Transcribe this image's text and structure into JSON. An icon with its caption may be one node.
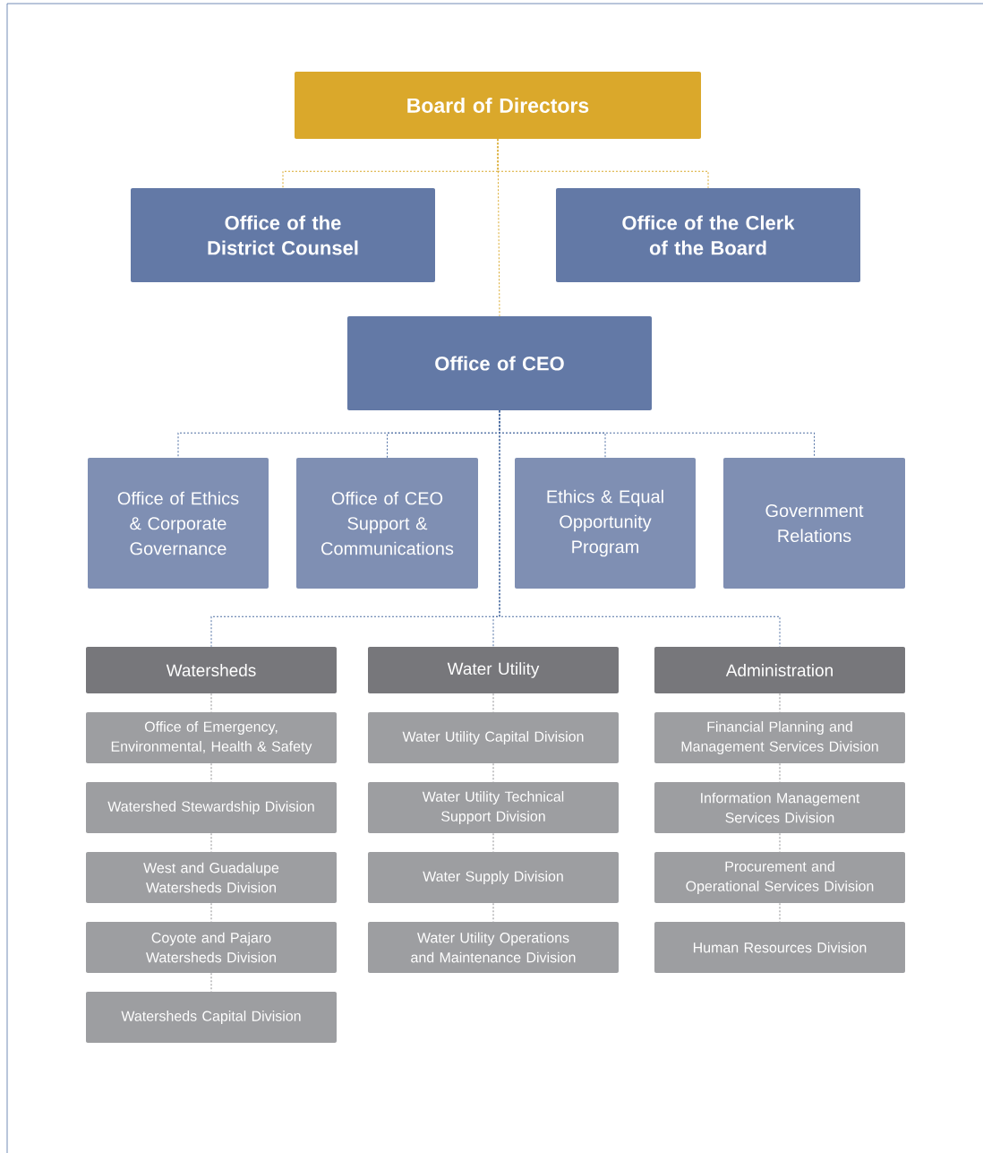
{
  "diagram": {
    "nodes": [
      {
        "text": [
          "Board of Directors"
        ]
      },
      {
        "text": [
          "Office of the District Counsel"
        ]
      },
      {
        "text": [
          "Office of the Clerk of the Board"
        ]
      },
      {
        "text": [
          "Office of CEO"
        ]
      },
      {
        "text": [
          "Office of Ethics & Corporate Governance"
        ]
      },
      {
        "text": [
          "Office of CEO Support & Communications"
        ]
      },
      {
        "text": [
          "Ethics & Equal Opportunity Program"
        ]
      },
      {
        "text": [
          "Government Relations"
        ]
      },
      {
        "text": [
          "Watersheds"
        ]
      },
      {
        "text": [
          "Water Utility"
        ]
      },
      {
        "text": [
          "Administration"
        ]
      },
      {
        "text": [
          "Office of Emergency, Environmental, Health & Safety"
        ]
      },
      {
        "text": [
          "Watershed Stewardship Division"
        ]
      },
      {
        "text": [
          "West and Guadalupe Watersheds Division"
        ]
      },
      {
        "text": [
          "Coyote and Pajaro Watersheds Division"
        ]
      },
      {
        "text": [
          "Watersheds Capital Division"
        ]
      },
      {
        "text": [
          "Water Utility Capital Division"
        ]
      },
      {
        "text": [
          "Water Utility Technical Support Division"
        ]
      },
      {
        "text": [
          "Water Supply Division"
        ]
      },
      {
        "text": [
          "Water Utility Operations and Maintenance Division"
        ]
      },
      {
        "text": [
          "Financial Planning and Management Services Division"
        ]
      },
      {
        "text": [
          "Information Management Services Division"
        ]
      },
      {
        "text": [
          "Procurement and Operational Services Division"
        ]
      },
      {
        "text": [
          "Human Resources Division"
        ]
      }
    ],
    "edges": [
      {
        "from": 0,
        "to": 1,
        "arrow": "none",
        "style": "dashed",
        "color": "#d9a82a"
      },
      {
        "from": 0,
        "to": 2,
        "arrow": "none",
        "style": "dashed",
        "color": "#d9a82a"
      },
      {
        "from": 0,
        "to": 3,
        "arrow": "none",
        "style": "dashed",
        "color": "#d9a82a"
      },
      {
        "from": 3,
        "to": 4,
        "arrow": "none",
        "style": "dashed",
        "color": "#4f6fa3"
      },
      {
        "from": 3,
        "to": 5,
        "arrow": "none",
        "style": "dashed",
        "color": "#4f6fa3"
      },
      {
        "from": 3,
        "to": 6,
        "arrow": "none",
        "style": "dashed",
        "color": "#4f6fa3"
      },
      {
        "from": 3,
        "to": 7,
        "arrow": "none",
        "style": "dashed",
        "color": "#4f6fa3"
      },
      {
        "from": 3,
        "to": 8,
        "arrow": "none",
        "style": "dashed",
        "color": "#4f6fa3"
      },
      {
        "from": 3,
        "to": 9,
        "arrow": "none",
        "style": "dashed",
        "color": "#4f6fa3"
      },
      {
        "from": 3,
        "to": 10,
        "arrow": "none",
        "style": "dashed",
        "color": "#4f6fa3"
      },
      {
        "from": 8,
        "to": 11,
        "arrow": "none",
        "style": "dashed"
      },
      {
        "from": 11,
        "to": 12,
        "arrow": "none",
        "style": "dashed"
      },
      {
        "from": 12,
        "to": 13,
        "arrow": "none",
        "style": "dashed"
      },
      {
        "from": 13,
        "to": 14,
        "arrow": "none",
        "style": "dashed"
      },
      {
        "from": 14,
        "to": 15,
        "arrow": "none",
        "style": "dashed"
      },
      {
        "from": 9,
        "to": 16,
        "arrow": "none",
        "style": "dashed"
      },
      {
        "from": 16,
        "to": 17,
        "arrow": "none",
        "style": "dashed"
      },
      {
        "from": 17,
        "to": 18,
        "arrow": "none",
        "style": "dashed"
      },
      {
        "from": 18,
        "to": 19,
        "arrow": "none",
        "style": "dashed"
      },
      {
        "from": 10,
        "to": 20,
        "arrow": "none",
        "style": "dashed"
      },
      {
        "from": 20,
        "to": 21,
        "arrow": "none",
        "style": "dashed"
      },
      {
        "from": 21,
        "to": 22,
        "arrow": "none",
        "style": "dashed"
      },
      {
        "from": 22,
        "to": 23,
        "arrow": "none",
        "style": "dashed"
      }
    ]
  }
}
